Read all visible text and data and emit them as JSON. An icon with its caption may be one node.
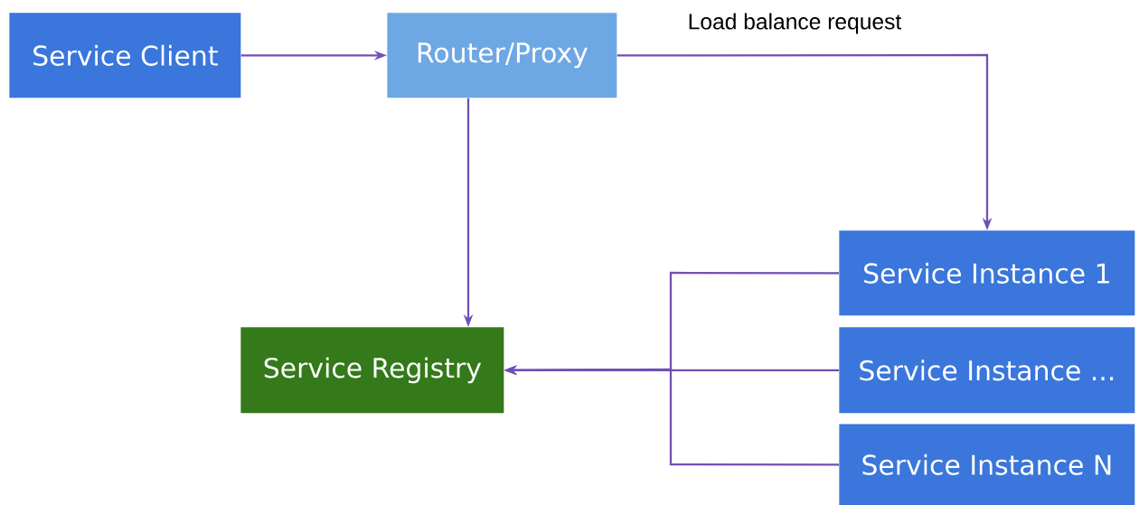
{
  "diagram": {
    "nodes": [
      {
        "text": [
          "Service Client"
        ]
      },
      {
        "text": [
          "Router/Proxy"
        ]
      },
      {
        "text": [
          "Service Registry"
        ]
      },
      {
        "text": [
          "Service Instance 1"
        ]
      },
      {
        "text": [
          "Service Instance ..."
        ]
      },
      {
        "text": [
          "Service Instance N"
        ]
      }
    ],
    "edges": [
      {
        "from": 0,
        "to": 1,
        "arrow": "to"
      },
      {
        "from": 1,
        "to": 3,
        "arrow": "to",
        "label": "Load balance request"
      },
      {
        "from": 1,
        "to": 2,
        "arrow": "to"
      },
      {
        "from": 3,
        "to": 2,
        "arrow": "to"
      },
      {
        "from": 4,
        "to": 2,
        "arrow": "to"
      },
      {
        "from": 5,
        "to": 2,
        "arrow": "to"
      }
    ]
  }
}
